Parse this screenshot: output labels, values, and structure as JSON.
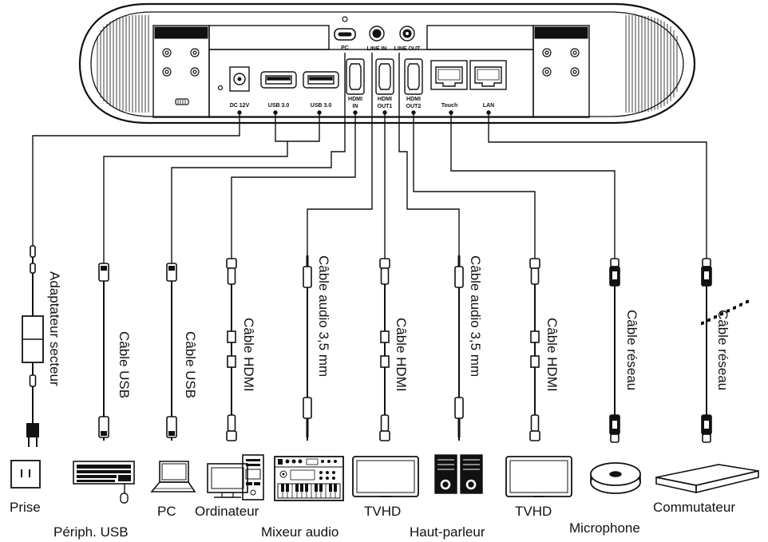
{
  "ports": {
    "pc": "PC",
    "line_in": "LINE IN",
    "line_out": "LINE OUT",
    "dc": "DC 12V",
    "usb1": "USB 3.0",
    "usb2": "USB 3.0",
    "hdmi_in_1": "HDMI",
    "hdmi_in_2": "IN",
    "hdmi_out1_1": "HDMI",
    "hdmi_out1_2": "OUT1",
    "hdmi_out2_1": "HDMI",
    "hdmi_out2_2": "OUT2",
    "touch": "Touch",
    "lan": "LAN"
  },
  "cables": [
    {
      "label": "Adaptateur secteur",
      "kind": "power"
    },
    {
      "label": "Câble USB",
      "kind": "usb"
    },
    {
      "label": "Câble USB",
      "kind": "usb"
    },
    {
      "label": "Câble HDMI",
      "kind": "hdmi"
    },
    {
      "label": "Câble audio 3,5 mm",
      "kind": "audio"
    },
    {
      "label": "Câble HDMI",
      "kind": "hdmi"
    },
    {
      "label": "Câble audio 3,5 mm",
      "kind": "audio"
    },
    {
      "label": "Câble HDMI",
      "kind": "hdmi"
    },
    {
      "label": "Câble réseau",
      "kind": "network"
    },
    {
      "label": "Câble réseau",
      "kind": "network"
    }
  ],
  "devices": [
    {
      "label": "Prise",
      "icon": "wall-socket-icon"
    },
    {
      "label": "Périph. USB",
      "icon": "keyboard-mouse-icon"
    },
    {
      "label": "PC",
      "icon": "laptop-icon"
    },
    {
      "label": "Ordinateur",
      "icon": "desktop-computer-icon"
    },
    {
      "label": "Mixeur audio",
      "icon": "audio-mixer-icon"
    },
    {
      "label": "TVHD",
      "icon": "tv-icon"
    },
    {
      "label": "Haut-parleur",
      "icon": "speaker-icon"
    },
    {
      "label": "TVHD",
      "icon": "tv-icon"
    },
    {
      "label": "Microphone",
      "icon": "microphone-icon"
    },
    {
      "label": "Commutateur",
      "icon": "network-switch-icon"
    }
  ]
}
